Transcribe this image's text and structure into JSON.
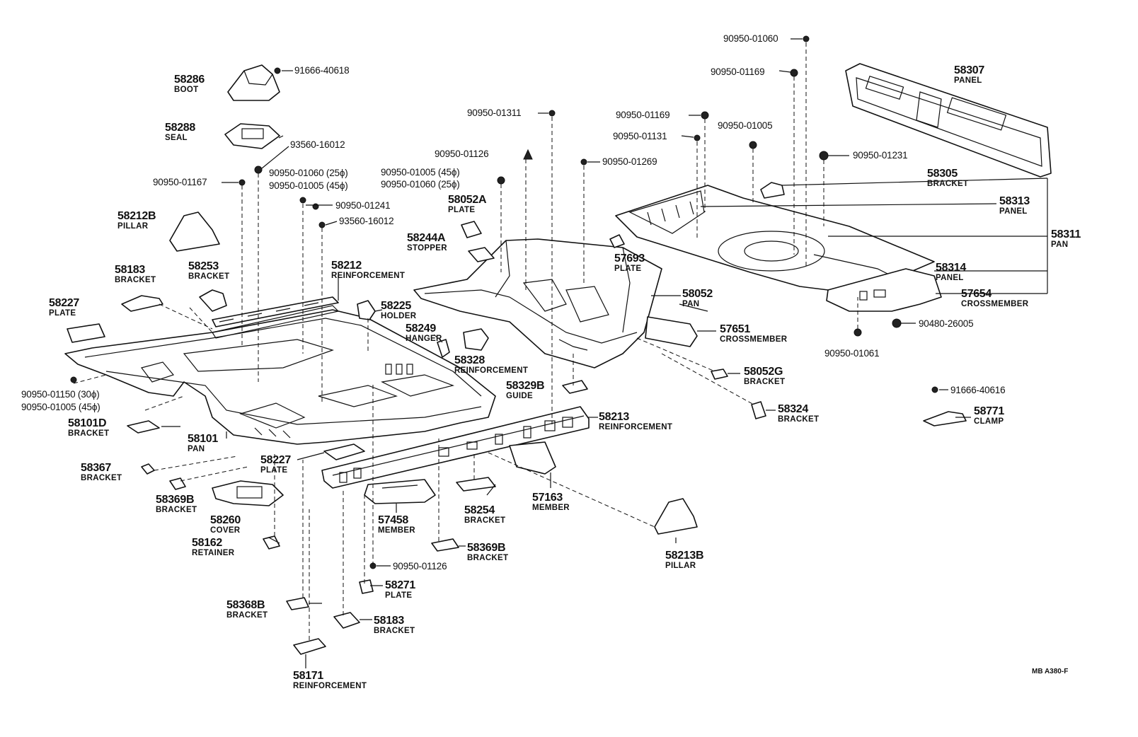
{
  "reference_code": "MB  A380-F",
  "labels": {
    "p58286": {
      "number": "58286",
      "name": "BOOT"
    },
    "p58288": {
      "number": "58288",
      "name": "SEAL"
    },
    "p58212B": {
      "number": "58212B",
      "name": "PILLAR"
    },
    "p58183a": {
      "number": "58183",
      "name": "BRACKET"
    },
    "p58253": {
      "number": "58253",
      "name": "BRACKET"
    },
    "p58227a": {
      "number": "58227",
      "name": "PLATE"
    },
    "p58212": {
      "number": "58212",
      "name": "REINFORCEMENT"
    },
    "p58225": {
      "number": "58225",
      "name": "HOLDER"
    },
    "p58249": {
      "number": "58249",
      "name": "HANGER"
    },
    "p58328": {
      "number": "58328",
      "name": "REINFORCEMENT"
    },
    "p58052A": {
      "number": "58052A",
      "name": "PLATE"
    },
    "p58244A": {
      "number": "58244A",
      "name": "STOPPER"
    },
    "p57693": {
      "number": "57693",
      "name": "PLATE"
    },
    "p58052": {
      "number": "58052",
      "name": "PAN"
    },
    "p57651": {
      "number": "57651",
      "name": "CROSSMEMBER"
    },
    "p58052G": {
      "number": "58052G",
      "name": "BRACKET"
    },
    "p58324": {
      "number": "58324",
      "name": "BRACKET"
    },
    "p58329B": {
      "number": "58329B",
      "name": "GUIDE"
    },
    "p58213": {
      "number": "58213",
      "name": "REINFORCEMENT"
    },
    "p58101D": {
      "number": "58101D",
      "name": "BRACKET"
    },
    "p58101": {
      "number": "58101",
      "name": "PAN"
    },
    "p58227b": {
      "number": "58227",
      "name": "PLATE"
    },
    "p58367": {
      "number": "58367",
      "name": "BRACKET"
    },
    "p58369Ba": {
      "number": "58369B",
      "name": "BRACKET"
    },
    "p58260": {
      "number": "58260",
      "name": "COVER"
    },
    "p58162": {
      "number": "58162",
      "name": "RETAINER"
    },
    "p57458": {
      "number": "57458",
      "name": "MEMBER"
    },
    "p58254": {
      "number": "58254",
      "name": "BRACKET"
    },
    "p57163": {
      "number": "57163",
      "name": "MEMBER"
    },
    "p58369Bb": {
      "number": "58369B",
      "name": "BRACKET"
    },
    "p58271": {
      "number": "58271",
      "name": "PLATE"
    },
    "p58368B": {
      "number": "58368B",
      "name": "BRACKET"
    },
    "p58183b": {
      "number": "58183",
      "name": "BRACKET"
    },
    "p58171": {
      "number": "58171",
      "name": "REINFORCEMENT"
    },
    "p58213B": {
      "number": "58213B",
      "name": "PILLAR"
    },
    "p58307": {
      "number": "58307",
      "name": "PANEL"
    },
    "p58305": {
      "number": "58305",
      "name": "BRACKET"
    },
    "p58313": {
      "number": "58313",
      "name": "PANEL"
    },
    "p58311": {
      "number": "58311",
      "name": "PAN"
    },
    "p58314": {
      "number": "58314",
      "name": "PANEL"
    },
    "p57654": {
      "number": "57654",
      "name": "CROSSMEMBER"
    },
    "p58771": {
      "number": "58771",
      "name": "CLAMP"
    }
  },
  "part_numbers": {
    "pn_91666_40618": "91666-40618",
    "pn_93560_16012a": "93560-16012",
    "pn_90950_01167": "90950-01167",
    "pn_90950_01060_25a": "90950-01060 (25ϕ)",
    "pn_90950_01005_45a": "90950-01005 (45ϕ)",
    "pn_90950_01241": "90950-01241",
    "pn_93560_16012b": "93560-16012",
    "pn_90950_01311": "90950-01311",
    "pn_90950_01126a": "90950-01126",
    "pn_90950_01005_45b": "90950-01005 (45ϕ)",
    "pn_90950_01060_25b": "90950-01060 (25ϕ)",
    "pn_90950_01269": "90950-01269",
    "pn_90950_01169a": "90950-01169",
    "pn_90950_01131": "90950-01131",
    "pn_90950_01005": "90950-01005",
    "pn_90950_01060": "90950-01060",
    "pn_90950_01169b": "90950-01169",
    "pn_90950_01231": "90950-01231",
    "pn_90480_26005": "90480-26005",
    "pn_90950_01061": "90950-01061",
    "pn_91666_40616": "91666-40616",
    "pn_90950_01150_30": "90950-01150 (30ϕ)",
    "pn_90950_01005_45c": "90950-01005 (45ϕ)",
    "pn_90950_01126b": "90950-01126"
  }
}
